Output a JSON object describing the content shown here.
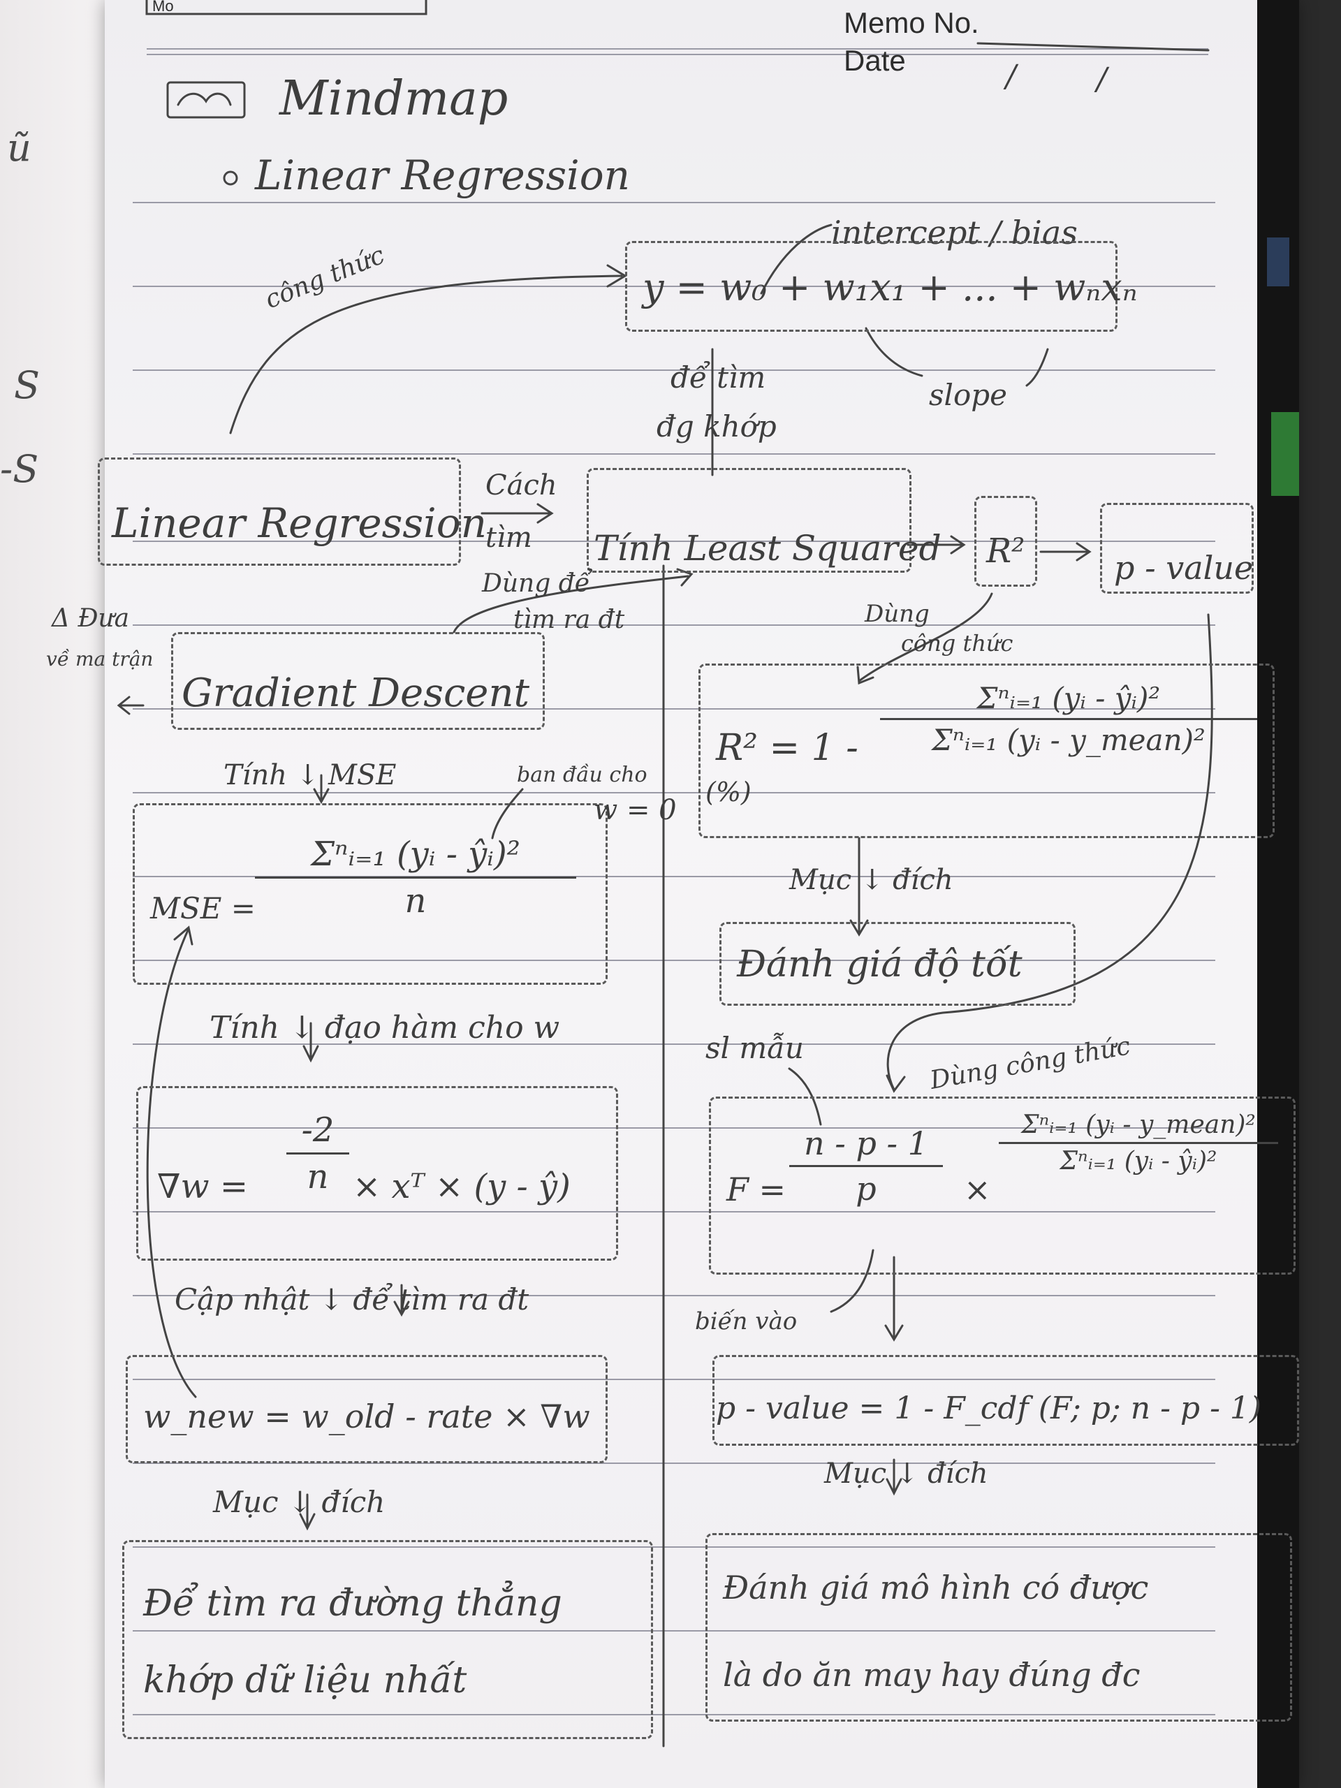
{
  "header": {
    "corner_label": "Mo",
    "memo_label": "Memo No.",
    "date_label": "Date",
    "date_sep": "/"
  },
  "title": "Mindmap",
  "subtitle": "Linear Regression",
  "formula": {
    "main": "y = w₀ + w₁x₁ + ... + wₙxₙ",
    "intercept_note": "intercept / bias",
    "slope_note": "slope",
    "arrow_label": "công thức",
    "purpose_1": "để tìm",
    "purpose_2": "đg khớp"
  },
  "nodes": {
    "linear_regression": "Linear Regression",
    "cach_tim_1": "Cách",
    "cach_tim_2": "tìm",
    "least_squared": "Tính Least Squared",
    "r2": "R²",
    "p_value": "p - value",
    "dung_de_1": "Dùng để",
    "dung_de_2": "tìm ra đt",
    "dung_cong_thuc_1": "Dùng",
    "dung_cong_thuc_2": "công thức",
    "dua_ve_1": "Δ Đưa",
    "dua_ve_2": "về ma trận",
    "gradient_descent": "Gradient Descent"
  },
  "gradient": {
    "step1_label": "Tính ↓ MSE",
    "mse_lhs": "MSE =",
    "mse_num": "Σⁿᵢ₌₁ (yᵢ - ŷᵢ)²",
    "mse_den": "n",
    "init_note": "ban đầu cho",
    "init_value": "w = 0",
    "step2_label": "Tính ↓ đạo hàm cho w",
    "grad_lhs": "∇w =",
    "grad_num": "-2",
    "grad_den": "n",
    "grad_rhs": "× xᵀ × (y - ŷ)",
    "step3_label": "Cập nhật ↓ để tìm ra đt",
    "update": "w_new = w_old - rate × ∇w",
    "goal_label": "Mục ↓ đích",
    "goal_1": "Để tìm ra đường thẳng",
    "goal_2": "khớp dữ liệu nhất"
  },
  "r2_branch": {
    "lhs": "R² = 1 -",
    "percent": "(%)",
    "num": "Σⁿᵢ₌₁ (yᵢ - ŷᵢ)²",
    "den": "Σⁿᵢ₌₁ (yᵢ - y_mean)²",
    "goal_label": "Mục ↓ đích",
    "goal": "Đánh giá độ tốt"
  },
  "f_branch": {
    "sample_note": "sl mẫu",
    "dung_cong_thuc": "Dùng công thức",
    "lhs": "F =",
    "num": "n - p - 1",
    "den": "p",
    "times": "×",
    "rhs_num": "Σⁿᵢ₌₁ (yᵢ - y_mean)²",
    "rhs_den": "Σⁿᵢ₌₁ (yᵢ - ŷᵢ)²",
    "input_note": "biến vào",
    "pvalue_formula": "p - value = 1 - F_cdf (F; p; n - p - 1)",
    "goal_label": "Mục ↓ đích",
    "goal_1": "Đánh giá mô hình có được",
    "goal_2": "là do ăn may hay đúng đc"
  },
  "left_page_marks": [
    "ũ",
    "S",
    "-S"
  ]
}
